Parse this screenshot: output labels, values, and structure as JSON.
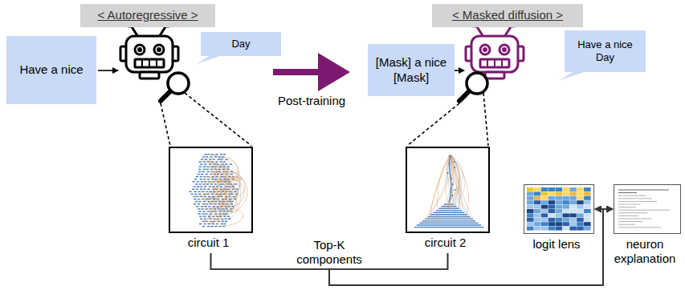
{
  "diagram": {
    "nodes": [
      {
        "text": [
          "< Autoregressive >"
        ]
      },
      {
        "text": [
          "< Masked diffusion >"
        ]
      },
      {
        "text": [
          "Have a nice"
        ]
      },
      {
        "text": [
          "Day"
        ]
      },
      {
        "text": [
          "[Mask] a nice [Mask]"
        ]
      },
      {
        "text": [
          "Have a nice Day"
        ]
      },
      {
        "text": [
          "circuit 1"
        ]
      },
      {
        "text": [
          "circuit 2"
        ]
      },
      {
        "text": [
          "logit lens"
        ]
      },
      {
        "text": [
          "neuron explanation"
        ]
      }
    ],
    "edges": [
      {
        "from": 6,
        "to": 8,
        "arrow": "to",
        "label": "Top-K components"
      },
      {
        "from": 6,
        "to": 9,
        "arrow": "to"
      },
      {
        "from": 7,
        "to": 8,
        "arrow": "to"
      },
      {
        "from": 7,
        "to": 9,
        "arrow": "to"
      }
    ],
    "labels": [
      "Post-training"
    ]
  }
}
